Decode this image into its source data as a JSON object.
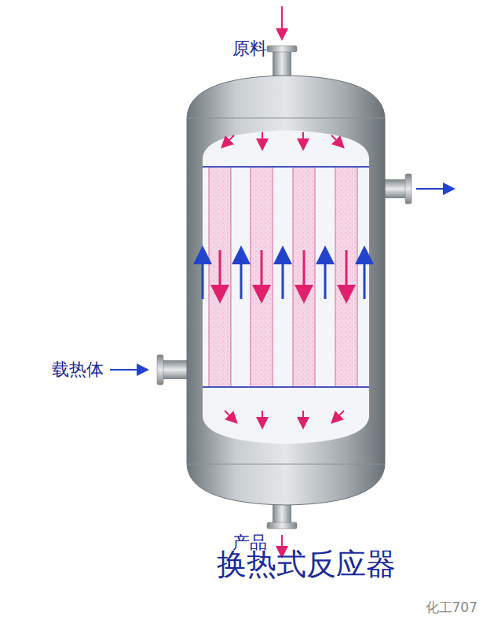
{
  "diagram": {
    "title": "换热式反应器",
    "labels": [
      "原料",
      "载热体",
      "产品",
      "化工707"
    ]
  }
}
